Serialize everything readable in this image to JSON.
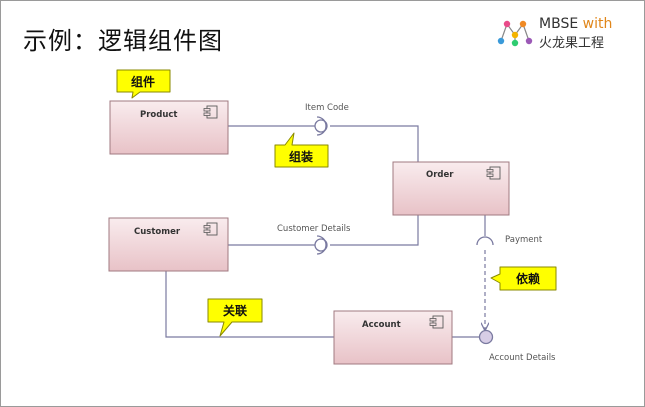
{
  "title": "示例：逻辑组件图",
  "logo": {
    "line1": "MBSE",
    "line1_suffix": "with",
    "line2": "火龙果工程"
  },
  "components": {
    "product": "Product",
    "customer": "Customer",
    "order": "Order",
    "account": "Account"
  },
  "interfaces": {
    "item_code": "Item Code",
    "customer_details": "Customer Details",
    "payment": "Payment",
    "account_details": "Account Details"
  },
  "callouts": {
    "component": "组件",
    "assembly": "组装",
    "dependency": "依赖",
    "association": "关联"
  },
  "colors": {
    "component_fill_top": "#f9ecee",
    "component_fill_bottom": "#e8c2c7",
    "component_border": "#a07a80",
    "connector": "#7a7aa0",
    "callout_fill": "#ffff00",
    "callout_border": "#8a8a00"
  }
}
